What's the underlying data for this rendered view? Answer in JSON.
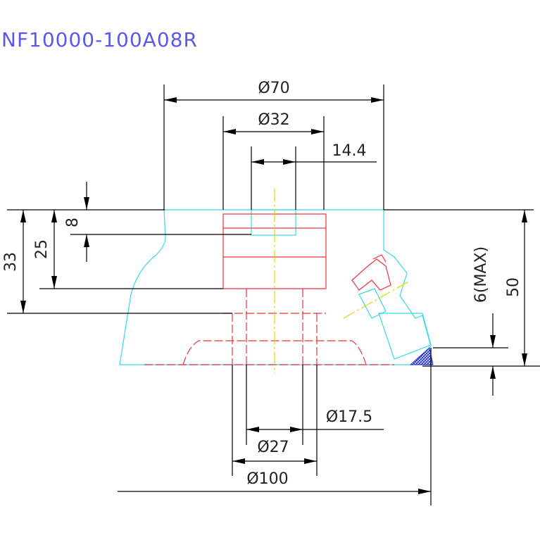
{
  "drawing": {
    "part_number": "NF10000-100A08R",
    "dimensions": {
      "dia_70": "Ø70",
      "dia_32": "Ø32",
      "width_14_4": "14.4",
      "height_8": "8",
      "height_25": "25",
      "height_33": "33",
      "depth_6_max": "6(MAX)",
      "height_50": "50",
      "dia_17_5": "Ø17.5",
      "dia_27": "Ø27",
      "dia_100": "Ø100"
    },
    "colors": {
      "title": "#5a5ae6",
      "body_outline": "#39d8e8",
      "hidden_lines": "#e8323c",
      "center_line": "#e6d200",
      "insert_hatch": "#1c2fd8",
      "dimension_lines": "#000000"
    }
  }
}
